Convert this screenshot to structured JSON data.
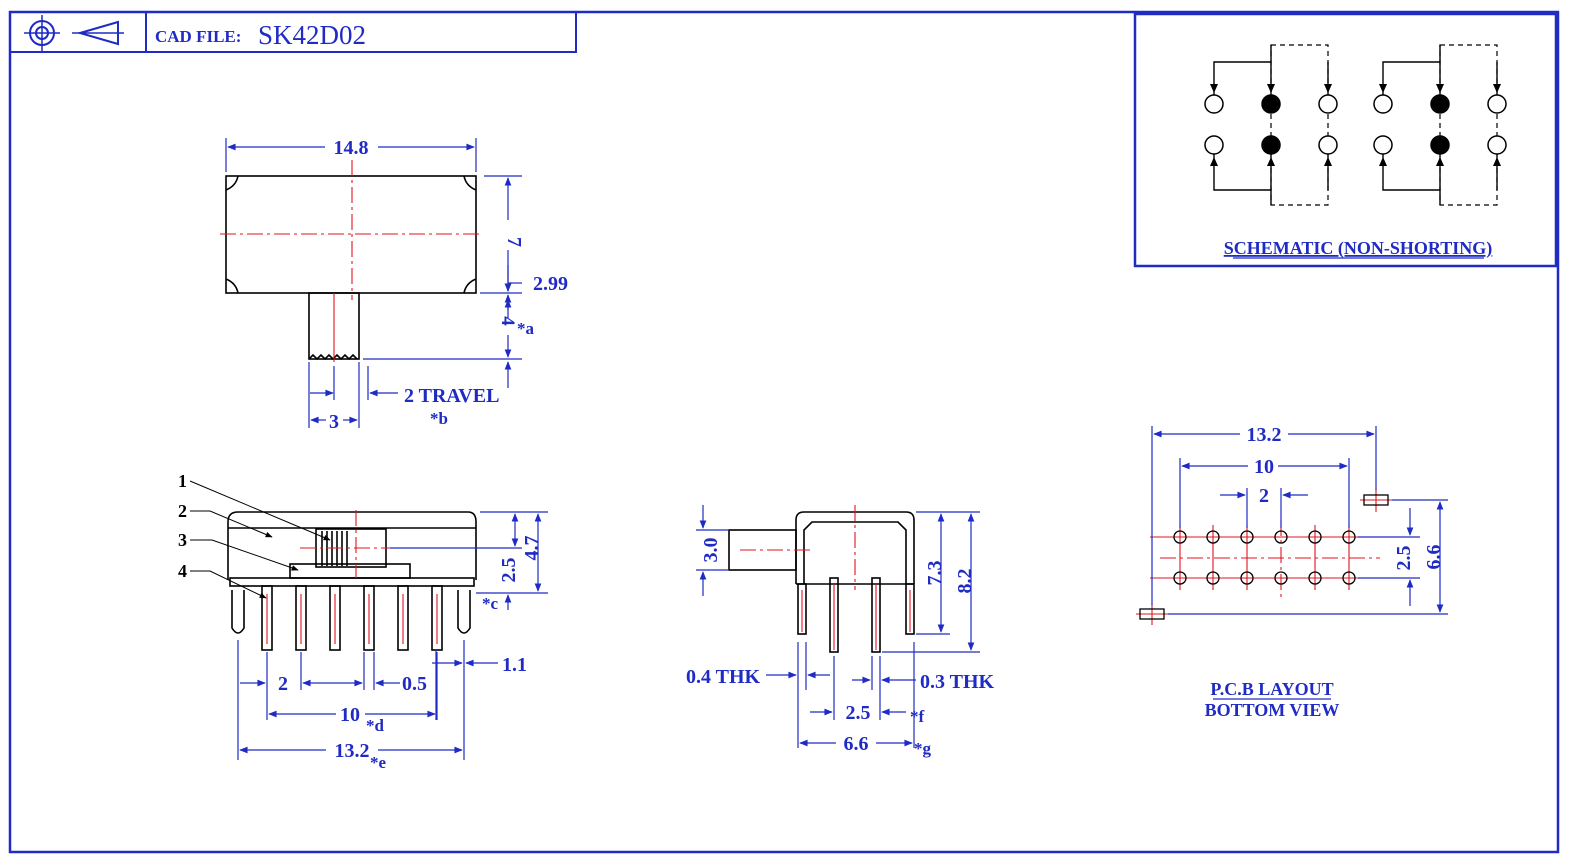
{
  "title_block": {
    "cad_label": "CAD FILE:",
    "file_name": "SK42D02",
    "projection_icon": "first-angle-projection-icon"
  },
  "top_view": {
    "width": "14.8",
    "height": "7",
    "actuator_offset": "2.99",
    "actuator_length": "4",
    "note_a": "*a",
    "travel": "2 TRAVEL",
    "note_b": "*b",
    "actuator_width": "3"
  },
  "front_view": {
    "callouts": [
      "1",
      "2",
      "3",
      "4"
    ],
    "height_25": "2.5",
    "height_47": "4.7",
    "note_c": "*c",
    "pin_offset": "1.1",
    "pitch": "2",
    "pin_width": "0.5",
    "span_10": "10",
    "note_d": "*d",
    "span_132": "13.2",
    "note_e": "*e"
  },
  "side_view": {
    "actuator_h": "3.0",
    "h_73": "7.3",
    "h_82": "8.2",
    "thk_left": "0.4  THK",
    "thk_right": "0.3  THK",
    "pitch": "2.5",
    "note_f": "*f",
    "span": "6.6",
    "note_g": "*g"
  },
  "schematic": {
    "caption": "SCHEMATIC  (NON-SHORTING)"
  },
  "pcb_layout": {
    "w_132": "13.2",
    "w_10": "10",
    "pitch": "2",
    "row_pitch": "2.5",
    "h_66": "6.6",
    "caption_1": "P.C.B  LAYOUT",
    "caption_2": "BOTTOM  VIEW"
  }
}
